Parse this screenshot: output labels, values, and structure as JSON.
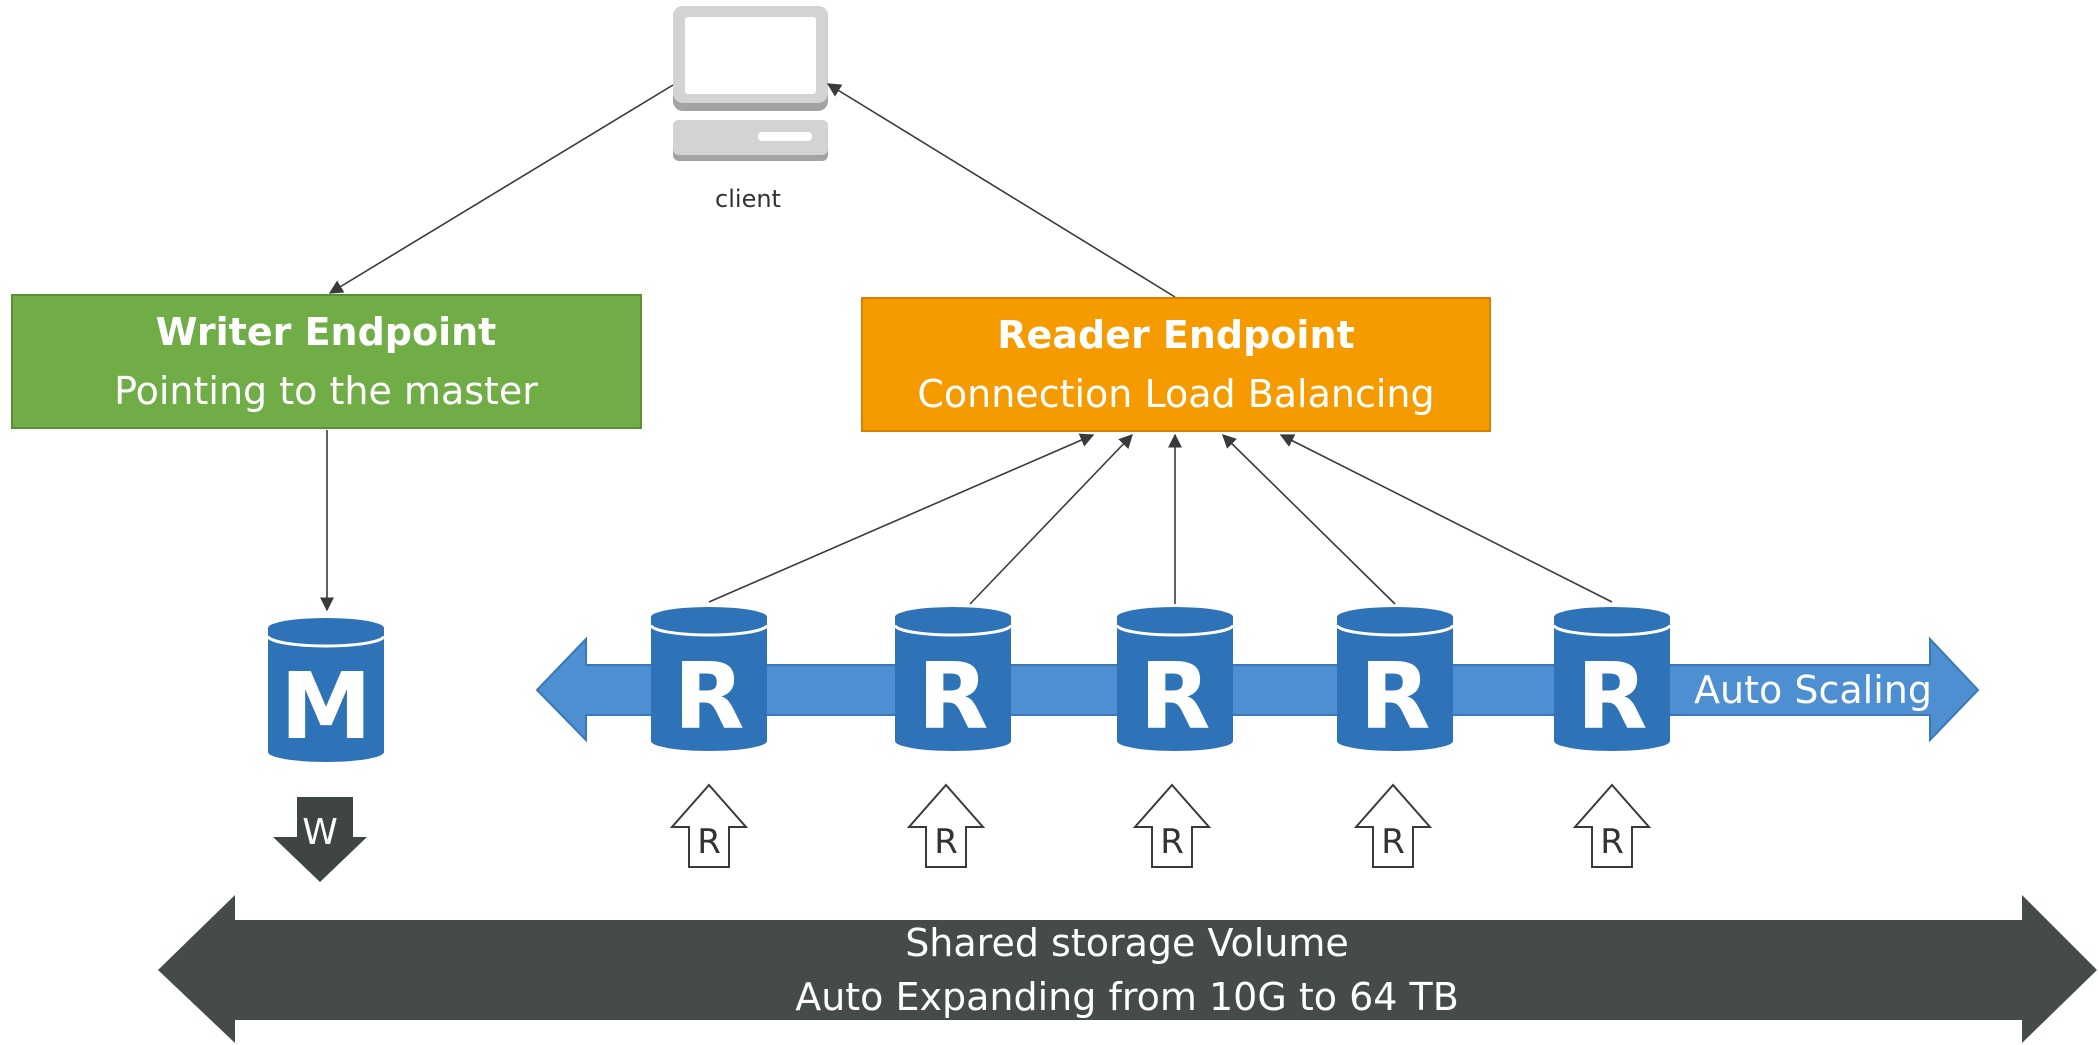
{
  "client": {
    "label": "client",
    "icon": "desktop-computer-icon"
  },
  "writer_endpoint": {
    "title": "Writer Endpoint",
    "subtitle": "Pointing to the master",
    "color": "#70ad47"
  },
  "reader_endpoint": {
    "title": "Reader Endpoint",
    "subtitle": "Connection Load Balancing",
    "color": "#f59b00"
  },
  "master": {
    "letter": "M",
    "write_label": "W"
  },
  "replicas": [
    {
      "letter": "R",
      "read_label": "R"
    },
    {
      "letter": "R",
      "read_label": "R"
    },
    {
      "letter": "R",
      "read_label": "R"
    },
    {
      "letter": "R",
      "read_label": "R"
    },
    {
      "letter": "R",
      "read_label": "R"
    }
  ],
  "auto_scaling": {
    "label": "Auto Scaling",
    "color": "#4d8fd1"
  },
  "storage": {
    "line1": "Shared storage Volume",
    "line2": "Auto Expanding from 10G to 64 TB",
    "color": "#454a4a"
  },
  "colors": {
    "database_blue": "#2e73b8",
    "arrow_dark": "#3a3a3a"
  }
}
